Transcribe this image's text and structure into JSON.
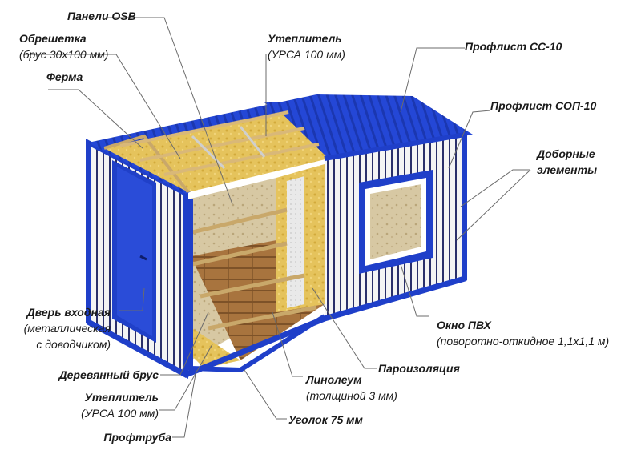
{
  "labels": {
    "osb": {
      "title": "Панели OSB"
    },
    "obreshetka": {
      "title": "Обрешетка",
      "sub": "(брус 30х100 мм)"
    },
    "ferma": {
      "title": "Ферма"
    },
    "uteplitel_top": {
      "title": "Утеплитель",
      "sub": "(УРСА 100 мм)"
    },
    "proflist_cc": {
      "title": "Профлист СС-10"
    },
    "proflist_sop": {
      "title": "Профлист СОП-10"
    },
    "dobornye": {
      "title": "Доборные",
      "sub": "элементы"
    },
    "door": {
      "title": "Дверь входная",
      "sub": "(металлическая",
      "sub2": "с доводчиком)"
    },
    "okno": {
      "title": "Окно ПВХ",
      "sub": "(поворотно-откидное 1,1х1,1 м)"
    },
    "brus": {
      "title": "Деревянный брус"
    },
    "paroizolyaciya": {
      "title": "Пароизоляция"
    },
    "linoleum": {
      "title": "Линолеум",
      "sub": "(толщиной 3 мм)"
    },
    "uteplitel_bottom": {
      "title": "Утеплитель",
      "sub": "(УРСА 100 мм)"
    },
    "ugolok": {
      "title": "Уголок 75 мм"
    },
    "proftruba": {
      "title": "Профтруба"
    }
  },
  "colors": {
    "frame_blue": "#1f3fc9",
    "roof_blue": "#2447d6",
    "wall_white": "#f2f2f2",
    "osb": "#d8c9a6",
    "insulation": "#e3c15a",
    "floor_wood": "#a8743e",
    "leader": "#6b6b6b"
  }
}
